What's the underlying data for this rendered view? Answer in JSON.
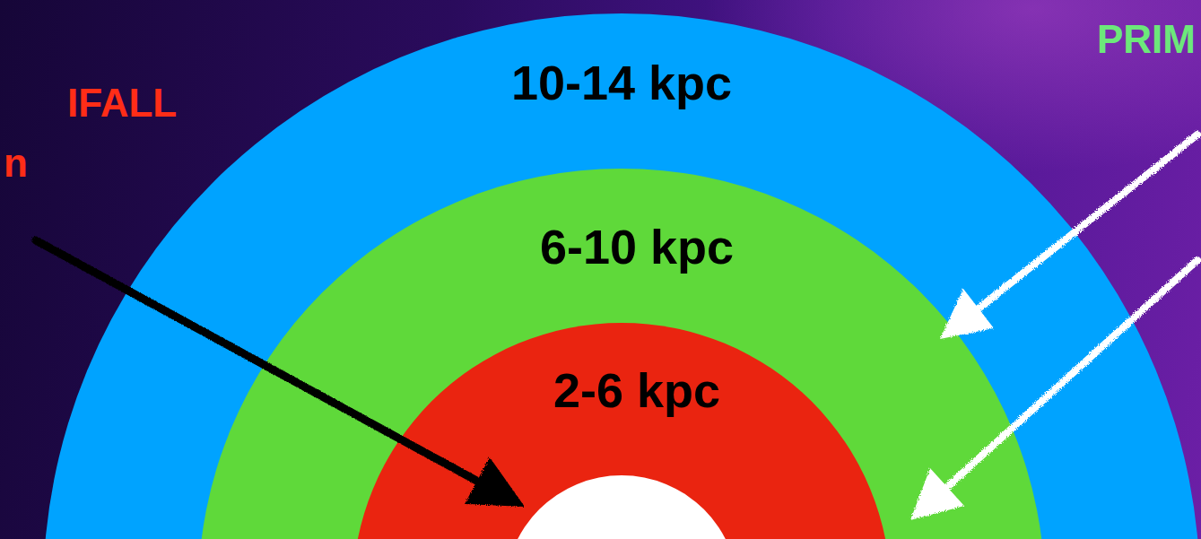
{
  "diagram": {
    "nodes": [
      {
        "text": [
          "10-14 kpc"
        ]
      },
      {
        "text": [
          "6-10 kpc"
        ],
        "in": 0
      },
      {
        "text": [
          "2-6 kpc"
        ],
        "in": 1
      }
    ],
    "labels": [
      "IFALL",
      "n",
      "PRIM"
    ]
  }
}
